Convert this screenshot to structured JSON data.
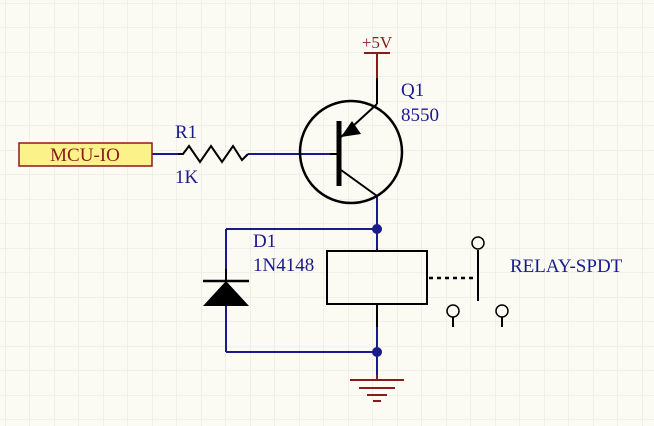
{
  "colors": {
    "background": "#fbfaf3",
    "grid": "#e9e6d8",
    "wire": "#1a1a8c",
    "part": "#000000",
    "label": "#1a1a8c",
    "power": "#8b1a1a",
    "port_fill": "#fbf28a",
    "port_stroke": "#8b1a1a"
  },
  "power": {
    "label": "+5V"
  },
  "port": {
    "label": "MCU-IO"
  },
  "resistor": {
    "designator": "R1",
    "value": "1K"
  },
  "transistor": {
    "designator": "Q1",
    "value": "8550"
  },
  "diode": {
    "designator": "D1",
    "value": "1N4148"
  },
  "relay": {
    "label": "RELAY-SPDT"
  }
}
